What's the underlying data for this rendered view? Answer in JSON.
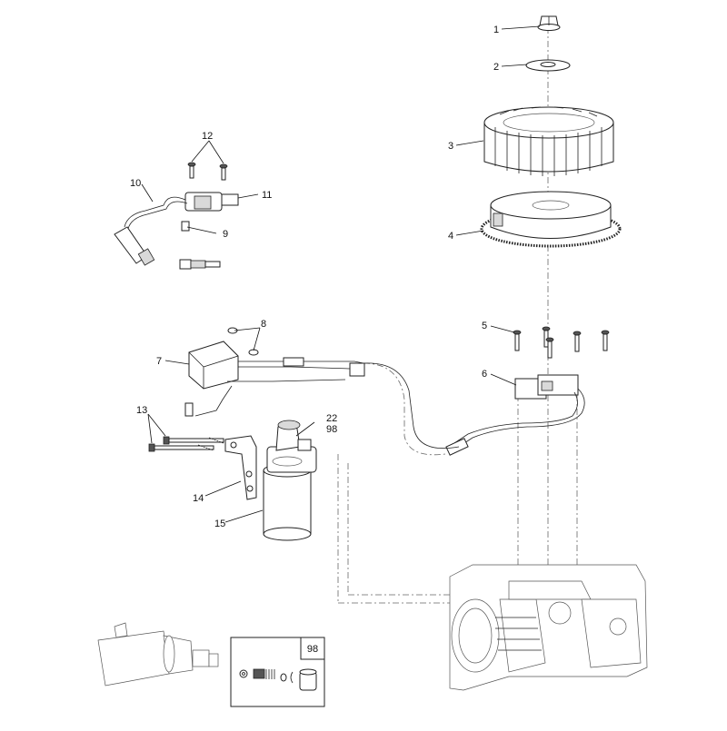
{
  "callouts": {
    "c1": "1",
    "c2": "2",
    "c3": "3",
    "c4": "4",
    "c5": "5",
    "c6": "6",
    "c7": "7",
    "c8": "8",
    "c9": "9",
    "c10": "10",
    "c11": "11",
    "c12": "12",
    "c13": "13",
    "c14": "14",
    "c15": "15",
    "c22": "22",
    "c98": "98"
  },
  "inset": {
    "label": "98"
  }
}
